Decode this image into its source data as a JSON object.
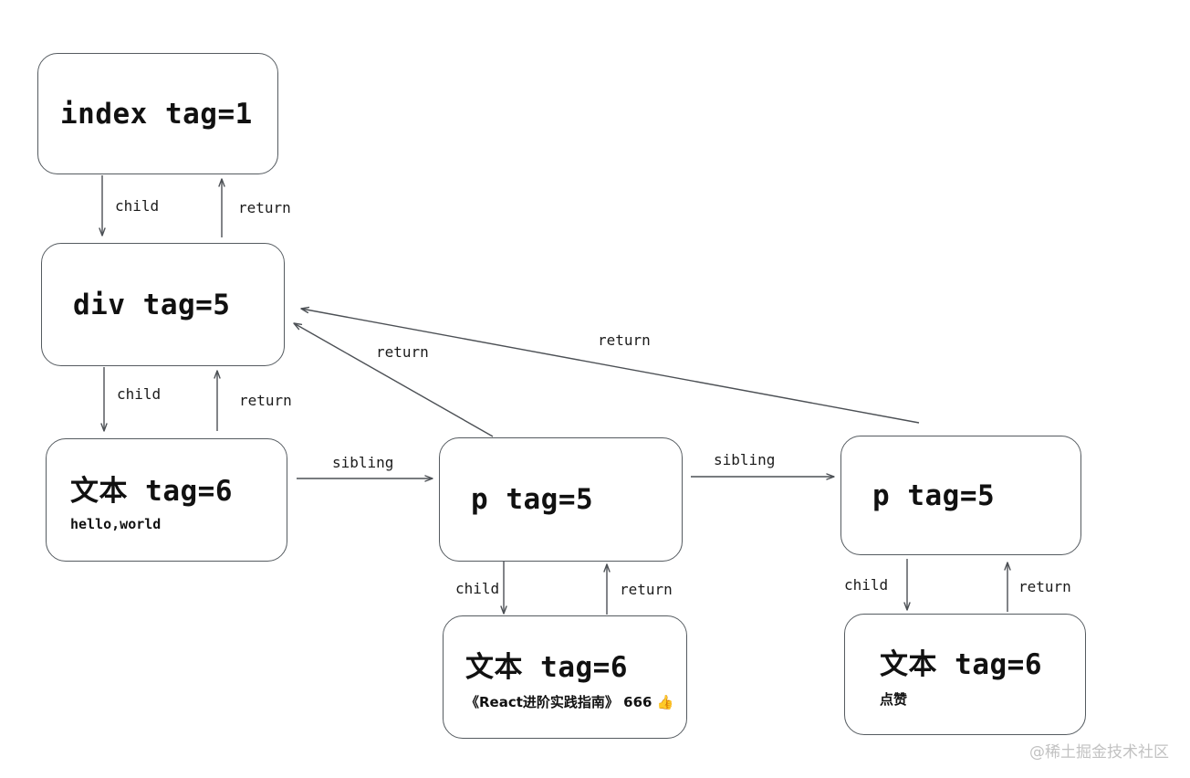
{
  "diagram": {
    "title": "React Fiber tree traversal diagram",
    "background": "#ffffff",
    "stroke_color": "#555b60",
    "text_color": "#111111",
    "watermark": "@稀土掘金技术社区",
    "nodes": [
      {
        "id": "index",
        "title": "index tag=1",
        "sub": ""
      },
      {
        "id": "div",
        "title": "div tag=5",
        "sub": ""
      },
      {
        "id": "text-hello",
        "title": "文本 tag=6",
        "sub": "hello,world"
      },
      {
        "id": "p-mid",
        "title": "p tag=5",
        "sub": ""
      },
      {
        "id": "text-react",
        "title": "文本 tag=6",
        "sub": "《React进阶实践指南》  666 👍"
      },
      {
        "id": "p-right",
        "title": "p tag=5",
        "sub": ""
      },
      {
        "id": "text-like",
        "title": "文本 tag=6",
        "sub": "点赞"
      }
    ],
    "edges": [
      {
        "id": "index-child",
        "label": "child",
        "from": "index",
        "to": "div"
      },
      {
        "id": "div-return",
        "label": "return",
        "from": "div",
        "to": "index"
      },
      {
        "id": "div-child",
        "label": "child",
        "from": "div",
        "to": "text-hello"
      },
      {
        "id": "text-hello-return",
        "label": "return",
        "from": "text-hello",
        "to": "div"
      },
      {
        "id": "text-hello-sibling",
        "label": "sibling",
        "from": "text-hello",
        "to": "p-mid"
      },
      {
        "id": "p-mid-sibling",
        "label": "sibling",
        "from": "p-mid",
        "to": "p-right"
      },
      {
        "id": "p-mid-return",
        "label": "return",
        "from": "p-mid",
        "to": "div"
      },
      {
        "id": "p-right-return",
        "label": "return",
        "from": "p-right",
        "to": "div"
      },
      {
        "id": "p-mid-child",
        "label": "child",
        "from": "p-mid",
        "to": "text-react"
      },
      {
        "id": "text-react-return",
        "label": "return",
        "from": "text-react",
        "to": "p-mid"
      },
      {
        "id": "p-right-child",
        "label": "child",
        "from": "p-right",
        "to": "text-like"
      },
      {
        "id": "text-like-return",
        "label": "return",
        "from": "text-like",
        "to": "p-right"
      }
    ]
  }
}
